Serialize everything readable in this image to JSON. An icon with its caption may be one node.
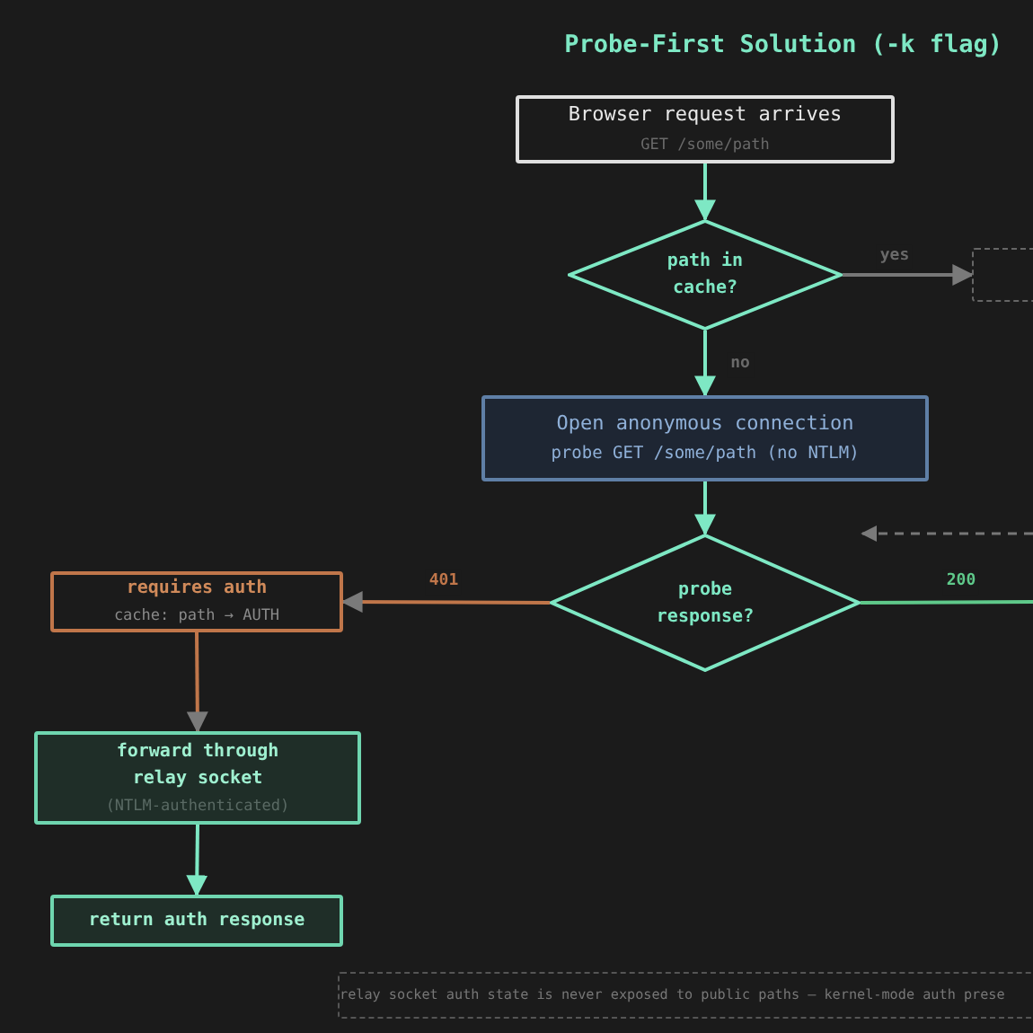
{
  "diagram": {
    "title": "Probe-First Solution (-k flag)",
    "nodes": [
      {
        "text": [
          "Browser request arrives",
          "GET /some/path"
        ]
      },
      {
        "text": [
          "path in cache?"
        ]
      },
      {
        "text": [],
        "shape": "box"
      },
      {
        "text": [
          "Open anonymous connection",
          "probe GET /some/path (no NTLM)"
        ]
      },
      {
        "text": [
          "probe response?"
        ]
      },
      {
        "text": [
          "requires auth",
          "cache: path → AUTH"
        ]
      },
      {
        "text": [
          "forward through relay socket",
          "(NTLM-authenticated)"
        ]
      },
      {
        "text": [
          "return auth response"
        ]
      },
      {
        "text": [
          "relay socket auth state is never exposed to public paths — kernel-mode auth prese"
        ]
      }
    ],
    "edges": [
      {
        "from": 0,
        "to": 1,
        "arrow": "to"
      },
      {
        "from": 1,
        "to": 2,
        "arrow": "to",
        "label": "yes",
        "color": "#777777"
      },
      {
        "from": 1,
        "to": 3,
        "arrow": "to",
        "label": "no"
      },
      {
        "from": 3,
        "to": 4,
        "arrow": "to"
      },
      {
        "from": 4,
        "to": 5,
        "arrow": "to",
        "label": "401",
        "color": "#c0764a"
      },
      {
        "from": 4,
        "to": null,
        "arrow": "none",
        "label": "200",
        "color": "#5fc98a"
      },
      {
        "from": 2,
        "to": null,
        "arrow": "to",
        "style": "dashed",
        "color": "#777777"
      },
      {
        "from": 5,
        "to": 6,
        "arrow": "to",
        "color": "#c0764a"
      },
      {
        "from": 6,
        "to": 7,
        "arrow": "to"
      }
    ]
  }
}
